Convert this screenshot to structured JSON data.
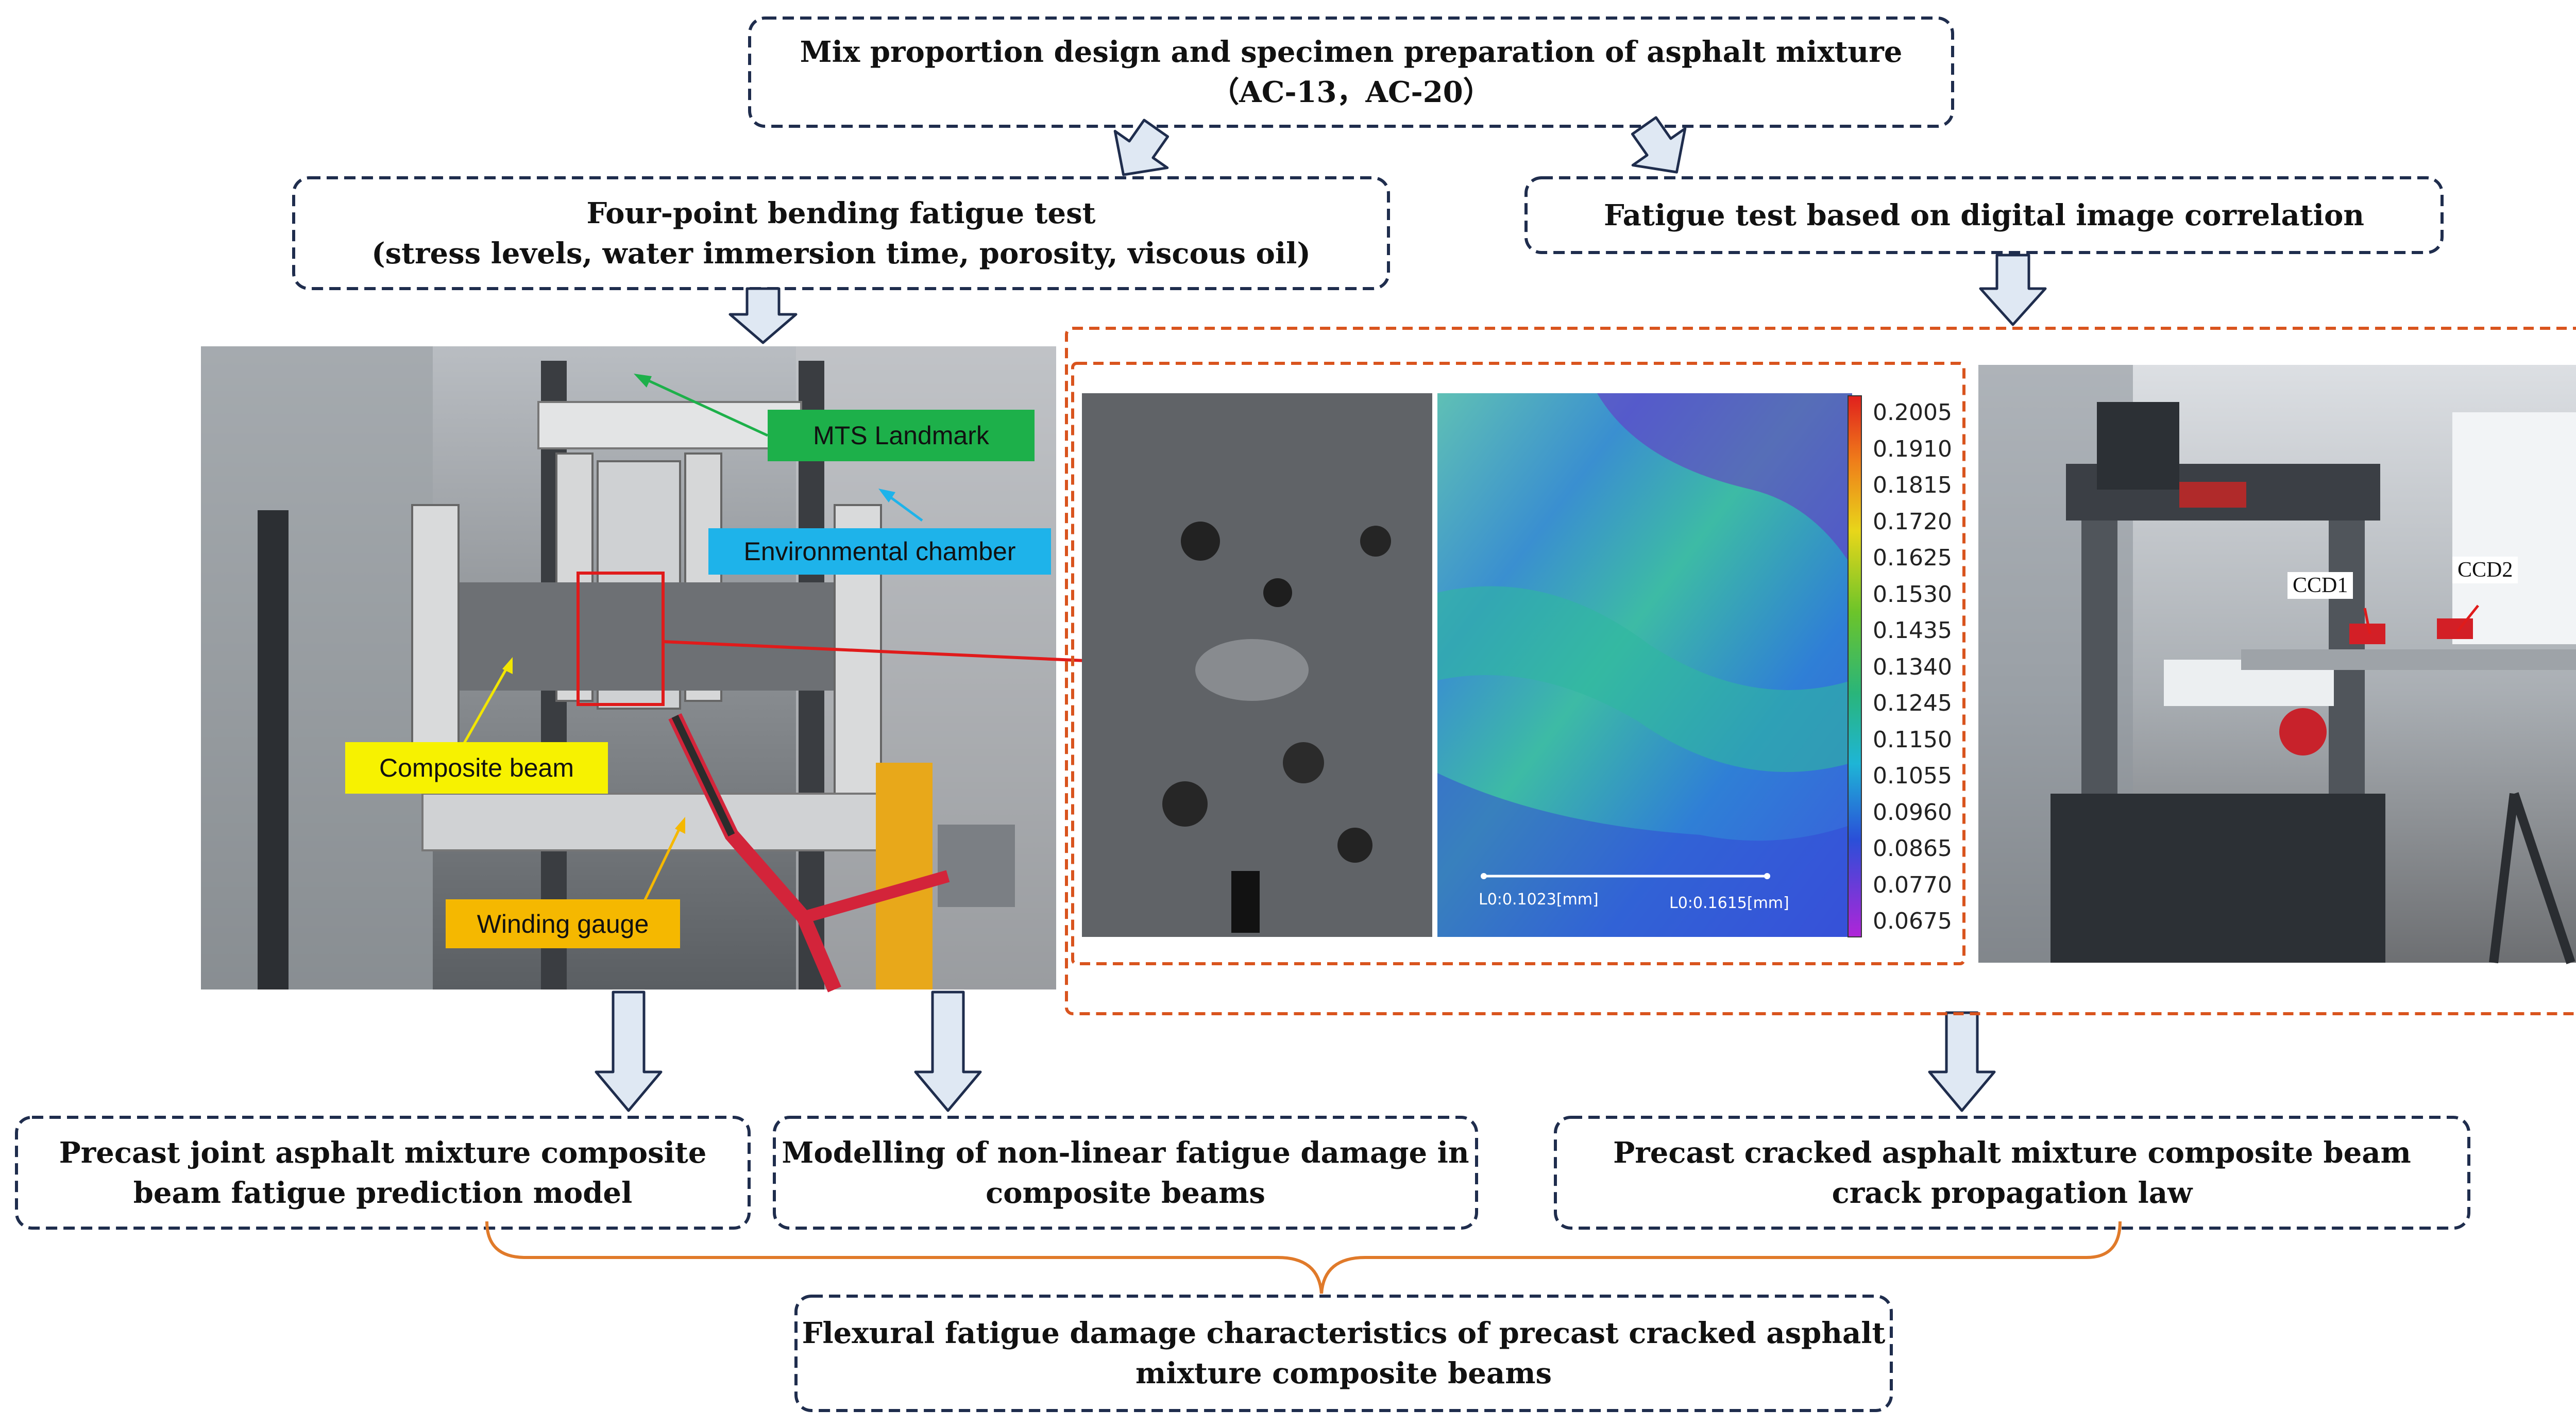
{
  "boxes": {
    "top": {
      "line1": "Mix proportion design and specimen preparation of asphalt mixture",
      "line2": "（AC-13，AC-20）"
    },
    "fourpoint": {
      "line1": "Four-point bending fatigue test",
      "line2": "(stress levels, water immersion time, porosity, viscous oil)"
    },
    "dic": {
      "line1": "Fatigue test based on digital image correlation"
    },
    "precast_joint": {
      "line1": "Precast joint asphalt mixture composite",
      "line2": "beam fatigue prediction model"
    },
    "modelling": {
      "line1": "Modelling of non-linear fatigue damage in",
      "line2": "composite beams"
    },
    "crack_law": {
      "line1": "Precast cracked asphalt mixture composite beam",
      "line2": "crack propagation law"
    },
    "flexural": {
      "line1": "Flexural fatigue damage characteristics of precast cracked asphalt",
      "line2": "mixture composite beams"
    }
  },
  "photo_labels": {
    "mts": "MTS Landmark",
    "env": "Environmental chamber",
    "composite": "Composite beam",
    "winding": "Winding gauge",
    "ccd1": "CCD1",
    "ccd2": "CCD2"
  },
  "dic_scale": {
    "values": [
      "0.2005",
      "0.1910",
      "0.1815",
      "0.1720",
      "0.1625",
      "0.1530",
      "0.1435",
      "0.1340",
      "0.1245",
      "0.1150",
      "0.1055",
      "0.0960",
      "0.0865",
      "0.0770",
      "0.0675"
    ],
    "l0_left": "L0:0.1023[mm]",
    "l0_right": "L0:0.1615[mm]"
  },
  "colors": {
    "box_border": "#1f2d4d",
    "arrow_fill": "#dfe8f3",
    "arrow_stroke": "#1f2d4d",
    "dic_frame": "#d9541e",
    "brace": "#e07a2a",
    "mts_label": "#1db04a",
    "env_label": "#1eb3ea",
    "composite_label": "#f7f200",
    "winding_label": "#f5b800"
  }
}
